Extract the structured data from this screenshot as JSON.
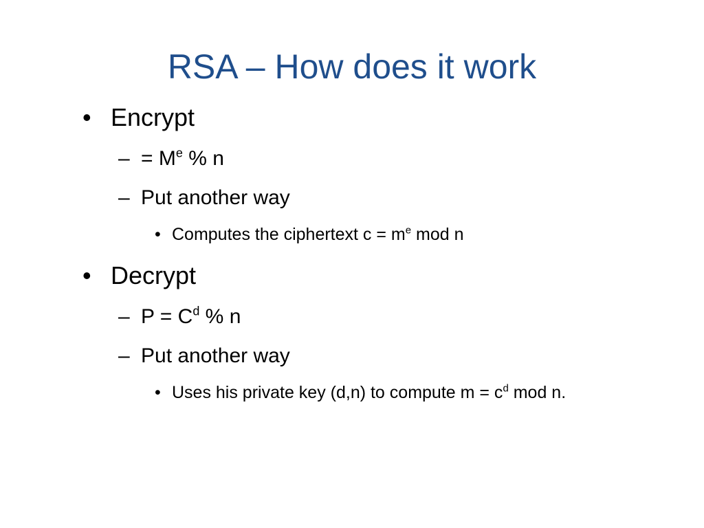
{
  "slide": {
    "title": "RSA – How does it work",
    "sections": [
      {
        "heading": "Encrypt",
        "formula": {
          "prefix": "= M",
          "sup": "e",
          "suffix": " % n"
        },
        "subitem": "Put another way",
        "detail": {
          "prefix": "Computes the ciphertext c = m",
          "sup": "e",
          "suffix": " mod n"
        }
      },
      {
        "heading": "Decrypt",
        "formula": {
          "prefix": "P = C",
          "sup": "d",
          "suffix": " % n"
        },
        "subitem": "Put another way",
        "detail": {
          "prefix": "Uses his private key (d,n) to compute m = c",
          "sup": "d",
          "suffix": " mod n."
        }
      }
    ],
    "markers": {
      "level1": "•",
      "level2": "–",
      "level3": "•"
    },
    "colors": {
      "title": "#1f4e8c",
      "body": "#000000",
      "background": "#ffffff"
    }
  }
}
